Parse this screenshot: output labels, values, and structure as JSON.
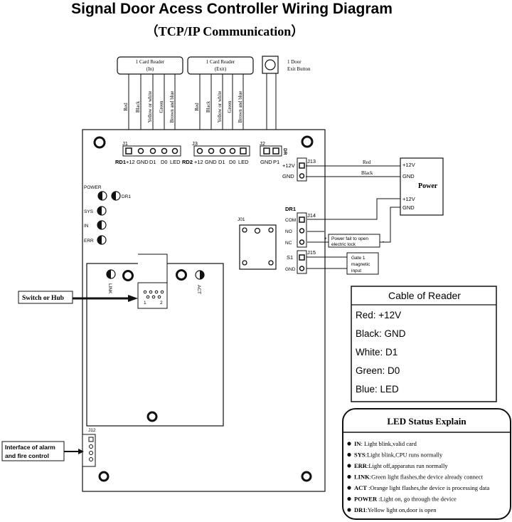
{
  "title": "Signal Door Acess Controller Wiring Diagram",
  "subtitle": "（TCP/IP  Communication）",
  "readers": {
    "in_label_1": "1 Card Reader",
    "in_label_2": "(In)",
    "exit_label_1": "1 Card Reader",
    "exit_label_2": "(Exit)",
    "wire_colors": [
      "Red",
      "Black",
      "Yellow or white",
      "Green",
      "Brown and blue"
    ]
  },
  "exit_button": {
    "line1": "1 Door",
    "line2": "Exit Button"
  },
  "connectors": {
    "j1": "J1",
    "j2": "J2",
    "j3": "J3",
    "j12": "J12",
    "j13": "J13",
    "j14": "J14",
    "j15": "J15",
    "j01": "J01",
    "rd1": "RD1",
    "rd2": "RD2",
    "j1_pins": [
      "+12",
      "GND",
      "D1",
      "D0",
      "LED"
    ],
    "j3_pins": [
      "+12",
      "GND",
      "D1",
      "D0",
      "LED"
    ],
    "j2_pins": [
      "GND",
      "P1"
    ],
    "j2_side": "DR",
    "j13_pins": [
      "+12V",
      "GND"
    ],
    "dr1": "DR1",
    "j14_pins": [
      "COM",
      "NO",
      "NC"
    ],
    "j15_pins": [
      "S1",
      "GND"
    ]
  },
  "leds": {
    "power": "POWER",
    "dr1": "DR1",
    "sys": "SYS",
    "in": "IN",
    "err": "ERR",
    "link": "LINK",
    "act": "ACT",
    "rj45_1": "1",
    "rj45_2": "2"
  },
  "power": {
    "label": "Power",
    "pos1": "+12V",
    "gnd1": "GND",
    "pos2": "+12V",
    "gnd2": "GND",
    "red": "Red",
    "black": "Black",
    "plus": "+",
    "minus": "-"
  },
  "lock_box": {
    "line1": "Power fail to open",
    "line2": "electric lock"
  },
  "magnet_box": {
    "line1": "Gate 1",
    "line2": "magnetic",
    "line3": "input"
  },
  "switch_label": "Switch or Hub",
  "alarm_label": {
    "line1": "Interface of alarm",
    "line2": "and fire control"
  },
  "cable_of_reader": {
    "title": "Cable of Reader",
    "items": [
      "Red: +12V",
      "Black: GND",
      "White: D1",
      "Green: D0",
      "Blue: LED"
    ]
  },
  "led_status": {
    "title": "LED Status Explain",
    "items": [
      {
        "key": "IN",
        "text": ": Light blink,valid card"
      },
      {
        "key": "SYS",
        "text": ":Light blink,CPU runs normally"
      },
      {
        "key": "ERR",
        "text": ":Light off,apparatus run normally"
      },
      {
        "key": "LINK",
        "text": ":Green light flashes,the device already connect"
      },
      {
        "key": "ACT",
        "text": " :Orange light flashes,the device is processing data"
      },
      {
        "key": "POWER",
        "text": " :Light on, go through the device"
      },
      {
        "key": "DR1",
        "text": ":Yellow light on,door is open"
      }
    ]
  }
}
